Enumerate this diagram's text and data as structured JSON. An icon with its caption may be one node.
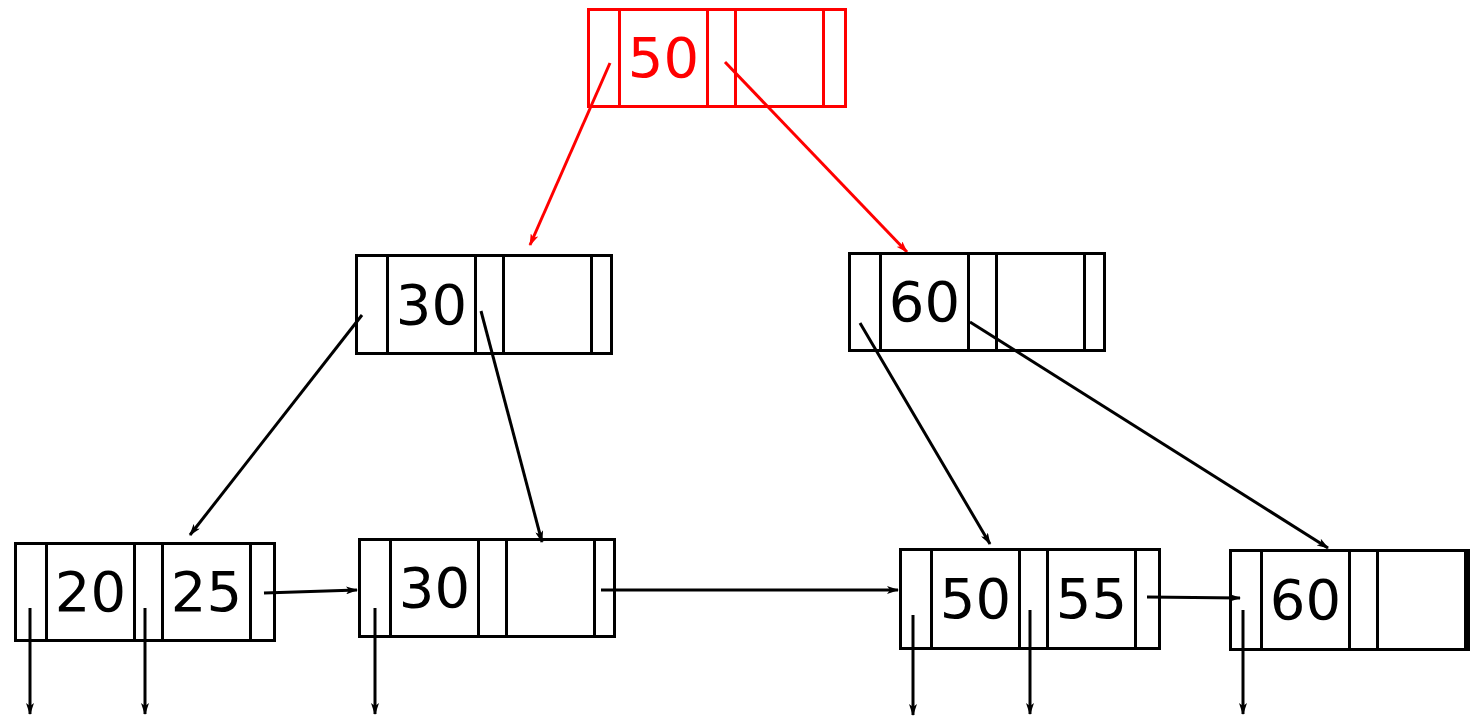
{
  "diagram": {
    "nodes": [
      {
        "text": [
          "50"
        ]
      },
      {
        "text": [
          "30"
        ]
      },
      {
        "text": [
          "60"
        ]
      },
      {
        "text": [
          "20",
          "25"
        ]
      },
      {
        "text": [
          "30"
        ]
      },
      {
        "text": [
          "50",
          "55"
        ]
      },
      {
        "text": [
          "60"
        ]
      }
    ],
    "edges": [
      {
        "from": 0,
        "to": 1,
        "arrow": "to",
        "color": "#ff0000"
      },
      {
        "from": 0,
        "to": 2,
        "arrow": "to",
        "color": "#ff0000"
      },
      {
        "from": 1,
        "to": 3,
        "arrow": "to"
      },
      {
        "from": 1,
        "to": 4,
        "arrow": "to"
      },
      {
        "from": 2,
        "to": 5,
        "arrow": "to"
      },
      {
        "from": 2,
        "to": 6,
        "arrow": "to"
      },
      {
        "from": 3,
        "to": 4,
        "arrow": "to"
      },
      {
        "from": 4,
        "to": 5,
        "arrow": "to"
      },
      {
        "from": 5,
        "to": 6,
        "arrow": "to"
      },
      {
        "from": 3,
        "to": null,
        "arrow": "to"
      },
      {
        "from": 3,
        "to": null,
        "arrow": "to"
      },
      {
        "from": 4,
        "to": null,
        "arrow": "to"
      },
      {
        "from": 5,
        "to": null,
        "arrow": "to"
      },
      {
        "from": 5,
        "to": null,
        "arrow": "to"
      },
      {
        "from": 6,
        "to": null,
        "arrow": "to"
      }
    ]
  }
}
